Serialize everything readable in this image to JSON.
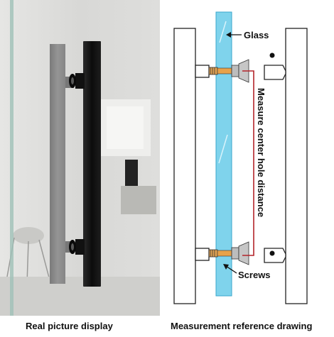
{
  "left_panel": {
    "caption": "Real picture display"
  },
  "right_panel": {
    "caption": "Measurement reference drawing",
    "labels": {
      "glass": "Glass",
      "measure": "Measure center hole distance",
      "screws": "Screws"
    }
  },
  "colors": {
    "glass_fill": "#7fd3ec",
    "glass_edge": "#3aa7cc",
    "measure_line": "#b4242a",
    "screw": "#e2a454",
    "handle_black": "#141414",
    "handle_gray": "#8a8a8a"
  }
}
